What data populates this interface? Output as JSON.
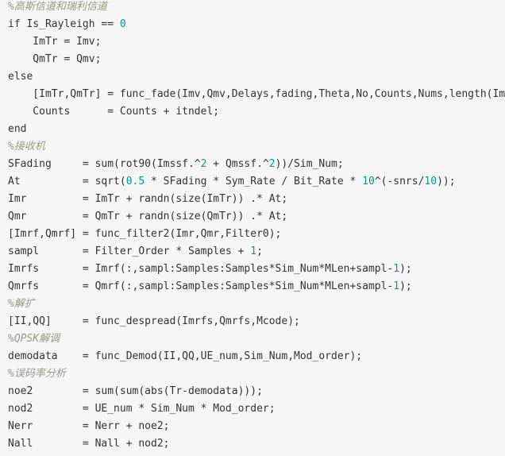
{
  "colors": {
    "background": "#f6f6f6",
    "text": "#333333",
    "comment": "#999988",
    "number": "#009999"
  },
  "code": {
    "lines": [
      [
        [
          "comment",
          "%高斯信道和瑞利信道"
        ]
      ],
      [
        [
          "keyword",
          "if"
        ],
        [
          "plain",
          " Is_Rayleigh == "
        ],
        [
          "number",
          "0"
        ]
      ],
      [
        [
          "plain",
          "    ImTr = Imv;"
        ]
      ],
      [
        [
          "plain",
          "    QmTr = Qmv;"
        ]
      ],
      [
        [
          "keyword",
          "else"
        ]
      ],
      [
        [
          "plain",
          "    [ImTr,QmTr] = func_fade(Imv,Qmv,Delays,fading,Theta,No,Counts,Nums,length(Imv)"
        ]
      ],
      [
        [
          "plain",
          "    Counts      = Counts + itndel;"
        ]
      ],
      [
        [
          "keyword",
          "end"
        ]
      ],
      [
        [
          "comment",
          "%接收机"
        ]
      ],
      [
        [
          "plain",
          "SFading     = sum(rot90(Imssf.^"
        ],
        [
          "number",
          "2"
        ],
        [
          "plain",
          " + Qmssf.^"
        ],
        [
          "number",
          "2"
        ],
        [
          "plain",
          "))/Sim_Num;"
        ]
      ],
      [
        [
          "plain",
          "At          = sqrt("
        ],
        [
          "number",
          "0.5"
        ],
        [
          "plain",
          " * SFading * Sym_Rate / Bit_Rate * "
        ],
        [
          "number",
          "10"
        ],
        [
          "plain",
          "^(-snrs/"
        ],
        [
          "number",
          "10"
        ],
        [
          "plain",
          "));"
        ]
      ],
      [
        [
          "plain",
          "Imr         = ImTr + randn(size(ImTr)) .* At;"
        ]
      ],
      [
        [
          "plain",
          "Qmr         = QmTr + randn(size(QmTr)) .* At;"
        ]
      ],
      [
        [
          "plain",
          "[Imrf,Qmrf] = func_filter2(Imr,Qmr,Filter0);"
        ]
      ],
      [
        [
          "plain",
          "sampl       = Filter_Order * Samples + "
        ],
        [
          "number",
          "1"
        ],
        [
          "plain",
          ";"
        ]
      ],
      [
        [
          "plain",
          "Imrfs       = Imrf(:,sampl:Samples:Samples*Sim_Num*MLen+sampl-"
        ],
        [
          "number",
          "1"
        ],
        [
          "plain",
          ");"
        ]
      ],
      [
        [
          "plain",
          "Qmrfs       = Qmrf(:,sampl:Samples:Samples*Sim_Num*MLen+sampl-"
        ],
        [
          "number",
          "1"
        ],
        [
          "plain",
          ");"
        ]
      ],
      [
        [
          "comment",
          "%解扩"
        ]
      ],
      [
        [
          "plain",
          "[II,QQ]     = func_despread(Imrfs,Qmrfs,Mcode);"
        ]
      ],
      [
        [
          "comment",
          "%QPSK解调"
        ]
      ],
      [
        [
          "plain",
          "demodata    = func_Demod(II,QQ,UE_num,Sim_Num,Mod_order);"
        ]
      ],
      [
        [
          "comment",
          "%误码率分析"
        ]
      ],
      [
        [
          "plain",
          "noe2        = sum(sum(abs(Tr-demodata)));"
        ]
      ],
      [
        [
          "plain",
          "nod2        = UE_num * Sim_Num * Mod_order;"
        ]
      ],
      [
        [
          "plain",
          "Nerr        = Nerr + noe2;"
        ]
      ],
      [
        [
          "plain",
          "Nall        = Nall + nod2;"
        ]
      ]
    ]
  }
}
